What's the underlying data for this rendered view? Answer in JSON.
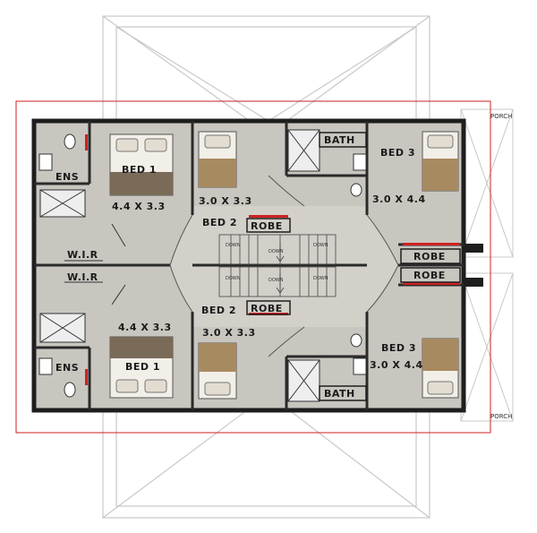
{
  "colors": {
    "floor": "#c9c6c0",
    "wall": "#1e1e1e",
    "roof_outline": "#c8c8c8",
    "boundary": "#cc2222",
    "bed_quilt": "#7a6a58",
    "pillow": "#ece8df",
    "robe_bar": "#cc2222"
  },
  "labels": {
    "bed1_top": "BED 1",
    "bed1_top_size": "4.4 X 3.3",
    "ens_top": "ENS",
    "wir_top": "W.I.R",
    "bed2_top": "BED 2",
    "bed2_top_size": "3.0 X 3.3",
    "robe_top": "ROBE",
    "bath_top": "BATH",
    "bed3_top": "BED 3",
    "bed3_top_size": "3.0 X 4.4",
    "robe_right_top": "ROBE",
    "robe_right_bottom": "ROBE",
    "wir_bottom": "W.I.R",
    "bed1_bottom_size": "4.4 X 3.3",
    "ens_bottom": "ENS",
    "bed1_bottom": "BED 1",
    "bed2_bottom": "BED 2",
    "robe_bottom": "ROBE",
    "bed2_bottom_size": "3.0 X 3.3",
    "bath_bottom": "BATH",
    "bed3_bottom": "BED 3",
    "bed3_bottom_size": "3.0 X 4.4",
    "porch_top": "PORCH",
    "porch_bottom": "PORCH"
  },
  "stairs": {
    "down_label": "DOWN"
  }
}
